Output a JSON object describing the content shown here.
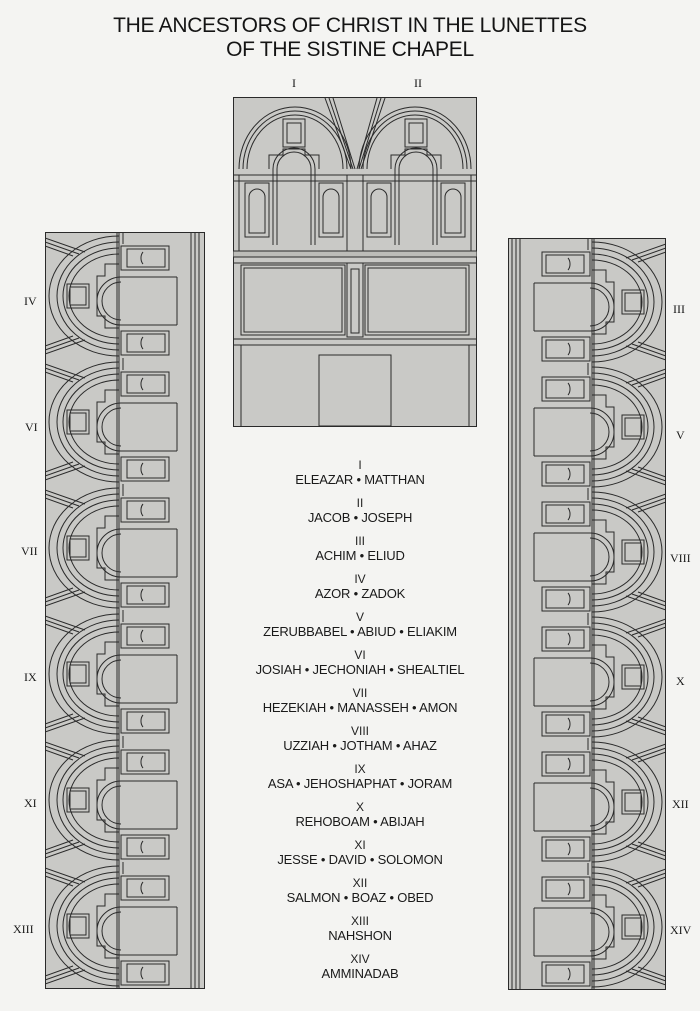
{
  "title": {
    "line1": "THE ANCESTORS OF CHRIST IN THE LUNETTES",
    "line2": "OF THE SISTINE CHAPEL"
  },
  "top_panel": {
    "labels": [
      "I",
      "II"
    ]
  },
  "left_panel": {
    "labels": [
      "IV",
      "VI",
      "VII",
      "IX",
      "XI",
      "XIII"
    ]
  },
  "right_panel": {
    "labels": [
      "III",
      "V",
      "VIII",
      "X",
      "XII",
      "XIV"
    ]
  },
  "legend": [
    {
      "num": "I",
      "names": "ELEAZAR • MATTHAN"
    },
    {
      "num": "II",
      "names": "JACOB • JOSEPH"
    },
    {
      "num": "III",
      "names": "ACHIM • ELIUD"
    },
    {
      "num": "IV",
      "names": "AZOR • ZADOK"
    },
    {
      "num": "V",
      "names": "ZERUBBABEL • ABIUD • ELIAKIM"
    },
    {
      "num": "VI",
      "names": "JOSIAH • JECHONIAH • SHEALTIEL"
    },
    {
      "num": "VII",
      "names": "HEZEKIAH • MANASSEH • AMON"
    },
    {
      "num": "VIII",
      "names": "UZZIAH • JOTHAM • AHAZ"
    },
    {
      "num": "IX",
      "names": "ASA • JEHOSHAPHAT • JORAM"
    },
    {
      "num": "X",
      "names": "REHOBOAM • ABIJAH"
    },
    {
      "num": "XI",
      "names": "JESSE • DAVID • SOLOMON"
    },
    {
      "num": "XII",
      "names": "SALMON • BOAZ • OBED"
    },
    {
      "num": "XIII",
      "names": "NAHSHON"
    },
    {
      "num": "XIV",
      "names": "AMMINADAB"
    }
  ]
}
